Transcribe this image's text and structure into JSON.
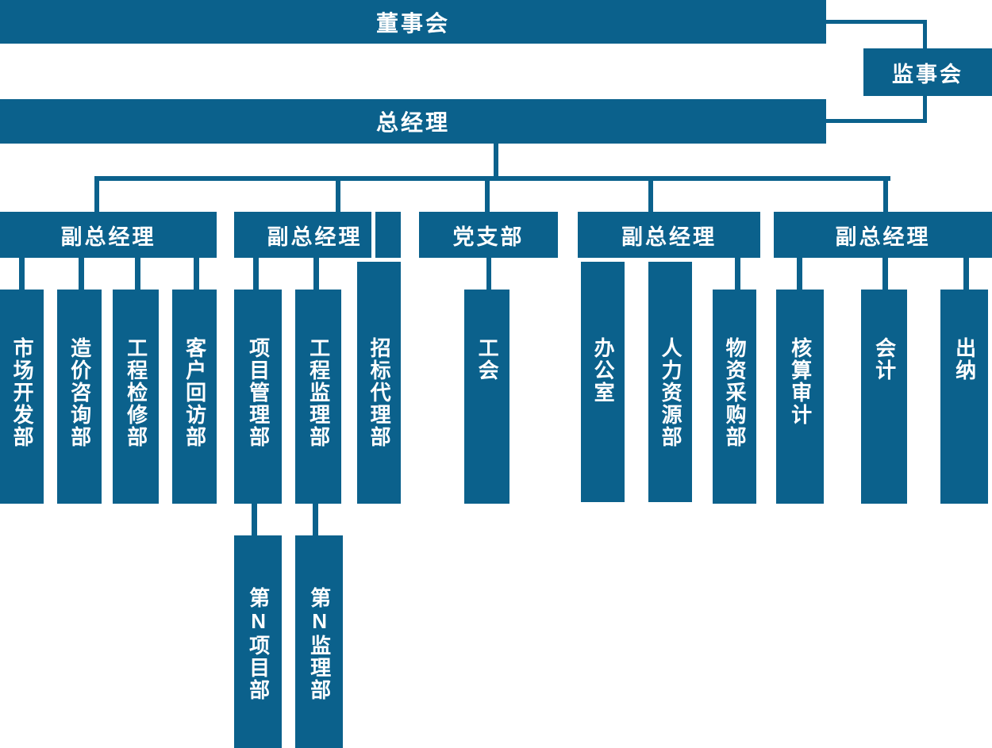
{
  "colors": {
    "box_fill": "#0B618C",
    "box_text": "#FFFFFF",
    "background": "#FFFFFF"
  },
  "org": {
    "board": "董事会",
    "supervisory": "监事会",
    "general_manager": "总经理",
    "branches": [
      {
        "label": "副总经理",
        "children": [
          {
            "label": "市场开发部"
          },
          {
            "label": "造价咨询部"
          },
          {
            "label": "工程检修部"
          },
          {
            "label": "客户回访部"
          }
        ]
      },
      {
        "label": "副总经理",
        "children": [
          {
            "label": "项目管理部"
          },
          {
            "label": "工程监理部"
          },
          {
            "label": "招标代理部"
          }
        ]
      },
      {
        "label": "党支部",
        "children": [
          {
            "label": "工会"
          }
        ]
      },
      {
        "label": "副总经理",
        "children": [
          {
            "label": "办公室"
          },
          {
            "label": "人力资源部"
          },
          {
            "label": "物资采购部"
          }
        ]
      },
      {
        "label": "副总经理",
        "children": [
          {
            "label": "核算审计"
          },
          {
            "label": "会计"
          },
          {
            "label": "出纳"
          }
        ]
      }
    ],
    "subunits": [
      {
        "label": "第N项目部",
        "parent": "项目管理部"
      },
      {
        "label": "第N监理部",
        "parent": "工程监理部"
      }
    ]
  }
}
